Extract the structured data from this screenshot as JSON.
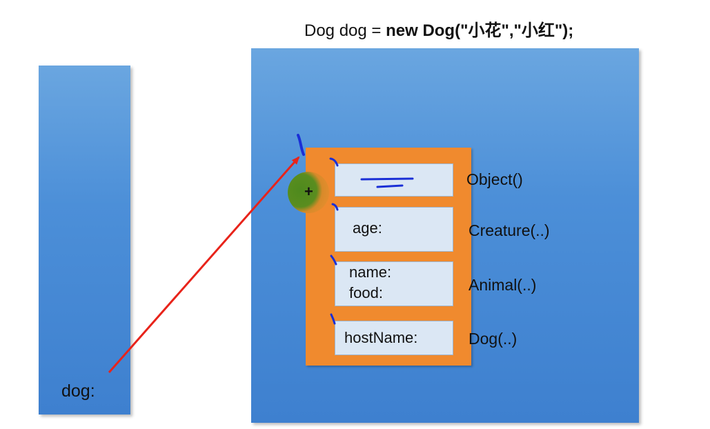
{
  "title": {
    "prefix": "Dog dog = ",
    "bold": "new Dog(\"小花\",\"小红\");"
  },
  "stack": {
    "variable_label": "dog:"
  },
  "object": {
    "fields": [
      {
        "id": "object",
        "text": "",
        "constructor": "Object()"
      },
      {
        "id": "creature",
        "text": "age:",
        "constructor": "Creature(..)"
      },
      {
        "id": "animal",
        "text": "name:\nfood:",
        "constructor": "Animal(..)"
      },
      {
        "id": "dog",
        "text": "hostName:",
        "constructor": "Dog(..)"
      }
    ],
    "plus_marker": "+"
  },
  "colors": {
    "memory_area": "#4c8fd8",
    "object_body": "#f08a2e",
    "field_box": "#dbe7f4",
    "reference_arrow": "#e8231a",
    "ink_annotation": "#1a2fd6"
  }
}
